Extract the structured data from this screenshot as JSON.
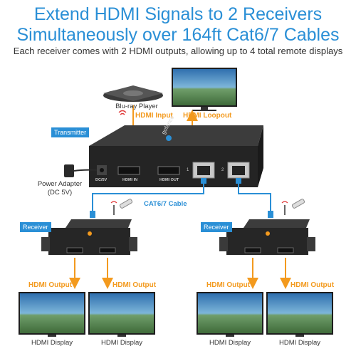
{
  "header": {
    "title_line1": "Extend HDMI Signals to 2 Receivers",
    "title_line2": "Simultaneously over 164ft Cat6/7 Cables",
    "subtitle": "Each receiver comes with 2 HDMI outputs, allowing up to 4 total remote displays"
  },
  "source": {
    "label": "Blu-ray Player"
  },
  "transmitter": {
    "badge": "Transmitter",
    "hdmi_input": "HDMI Input",
    "hdmi_loopout": "HDMI Loopout",
    "port_dc": "DC/5V",
    "port_hdmi_in": "HDMI IN",
    "port_hdmi_out": "HDMI OUT",
    "port_1": "1",
    "port_2": "2",
    "brand": "gofanco"
  },
  "power": {
    "line1": "Power Adapter",
    "line2": "(DC 5V)"
  },
  "cable": {
    "label": "CAT6/7 Cable"
  },
  "receivers": [
    {
      "badge": "Receiver",
      "outputs": [
        "HDMI Output",
        "HDMI Output"
      ],
      "displays": [
        "HDMI Display",
        "HDMI Display"
      ]
    },
    {
      "badge": "Receiver",
      "outputs": [
        "HDMI Output",
        "HDMI Output"
      ],
      "displays": [
        "HDMI Display",
        "HDMI Display"
      ]
    }
  ],
  "colors": {
    "accent_blue": "#2a8fd6",
    "accent_orange": "#f39a1e",
    "device_dark": "#2b2b2b"
  }
}
